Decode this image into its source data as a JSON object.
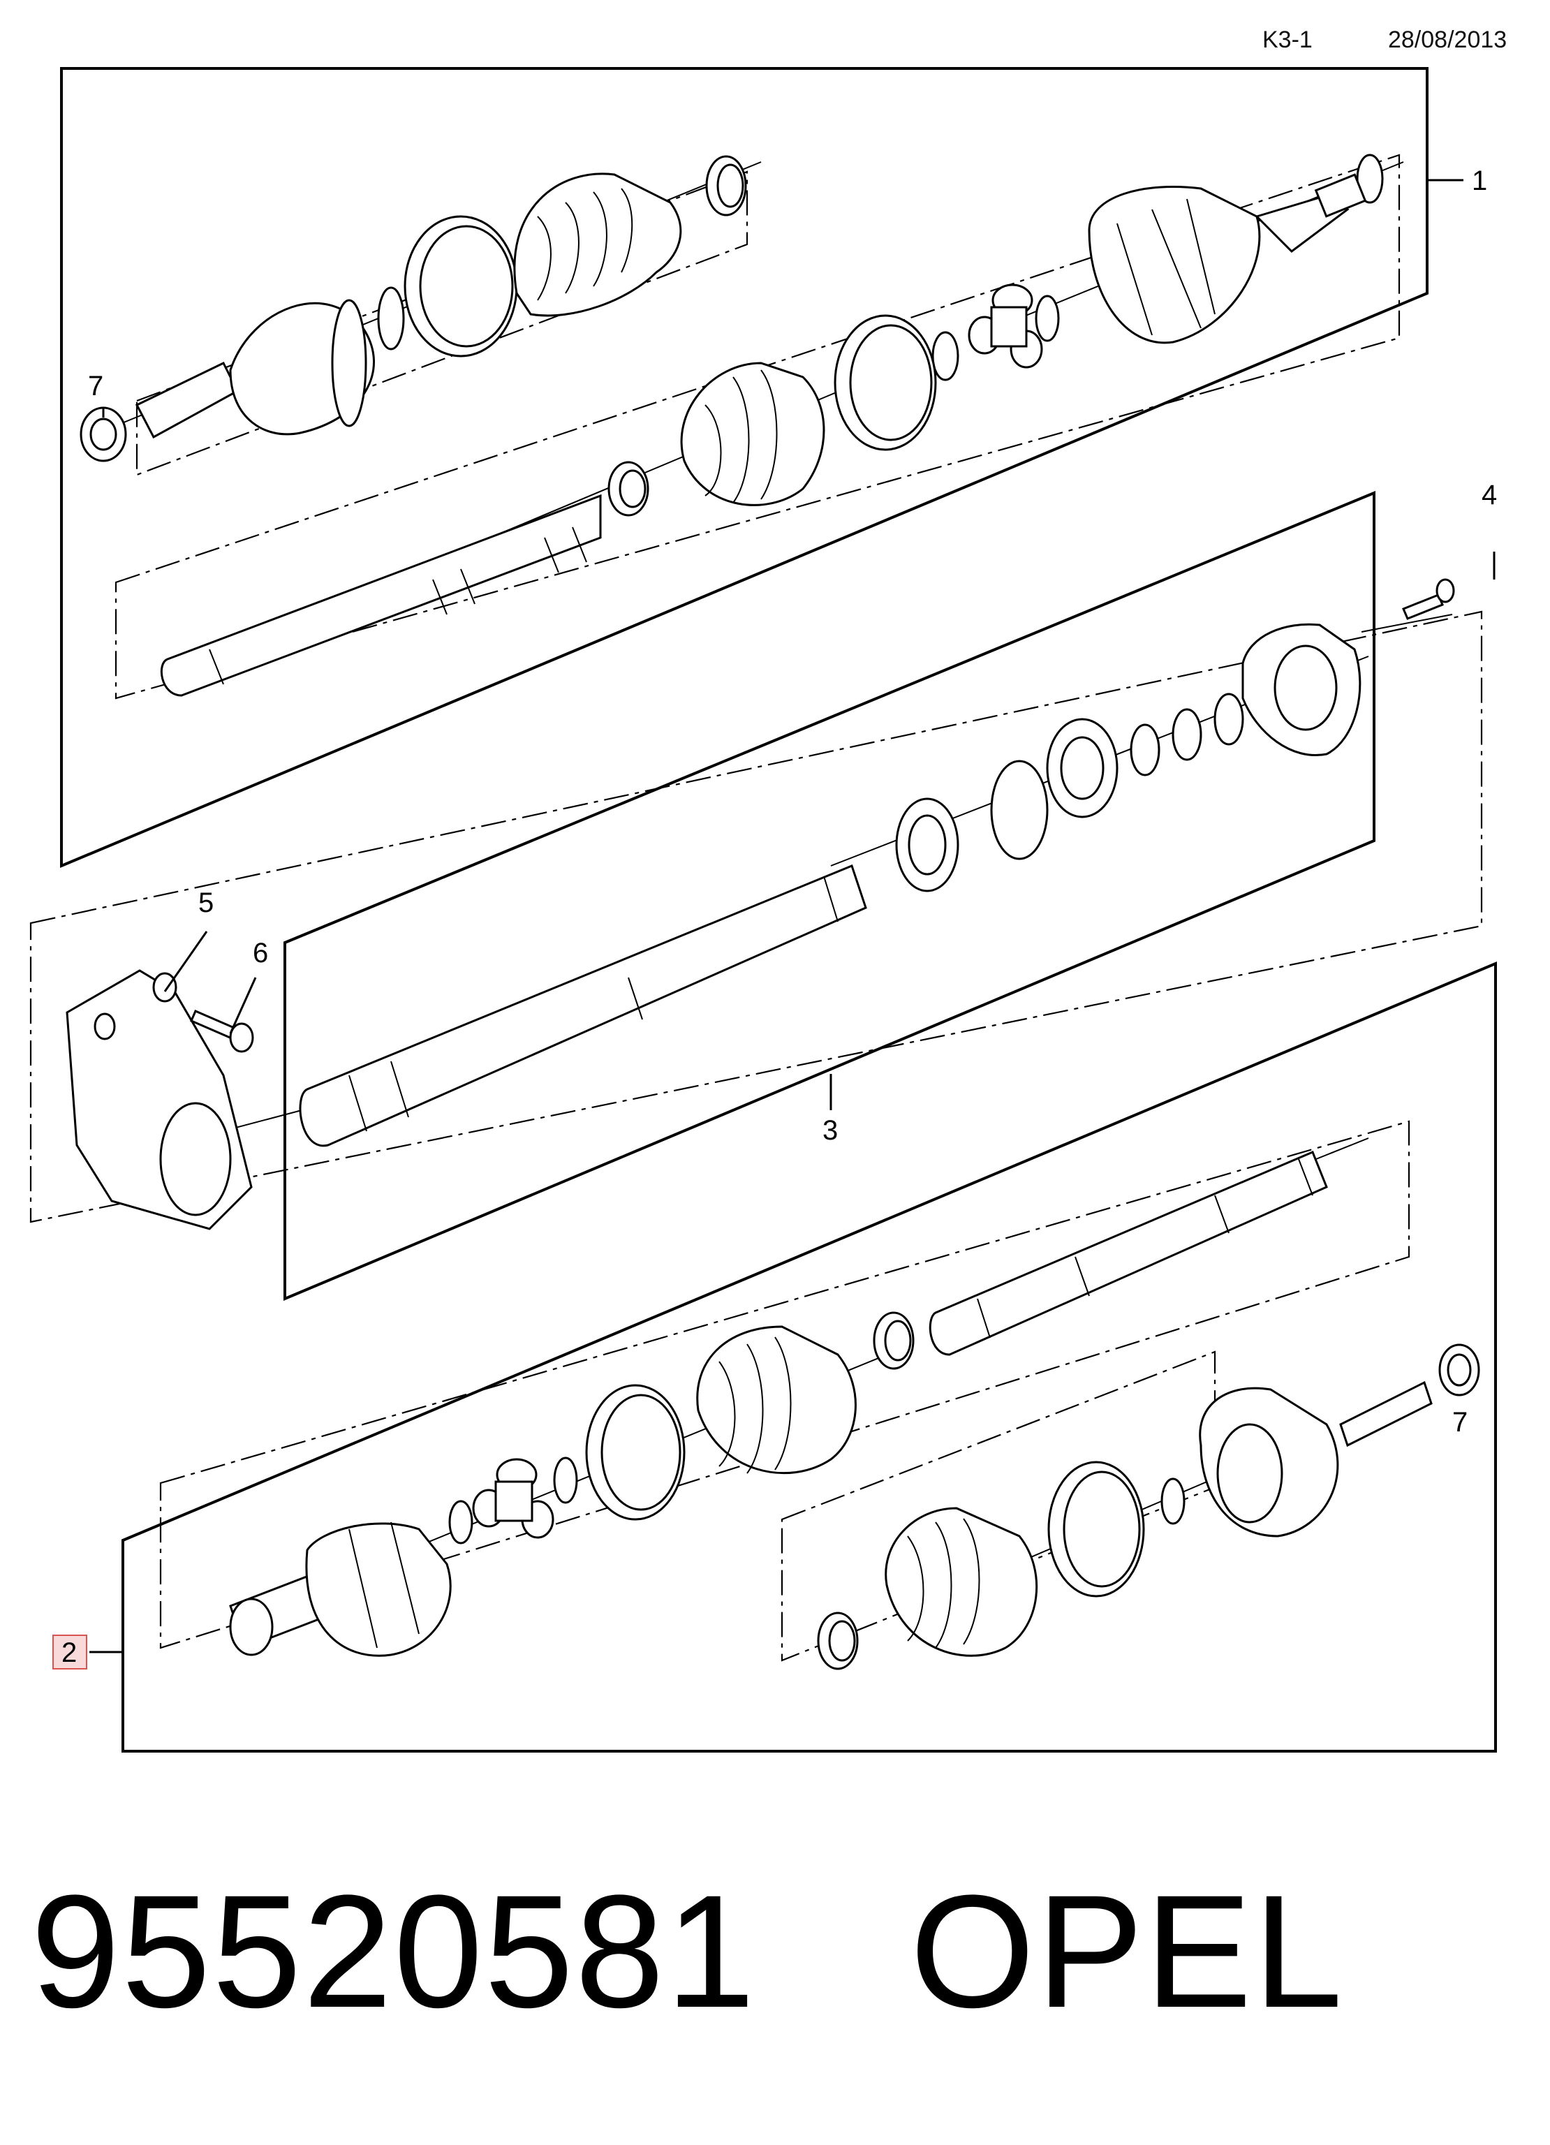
{
  "header": {
    "ref": "K3-1",
    "date": "28/08/2013"
  },
  "callouts": {
    "c1": "1",
    "c2": "2",
    "c3": "3",
    "c4": "4",
    "c5": "5",
    "c6": "6",
    "c7a": "7",
    "c7b": "7"
  },
  "highlighted_callout": "2",
  "footer": {
    "part_number": "95520581",
    "brand": "OPEL"
  },
  "colors": {
    "highlight_fill": "#f9dada",
    "highlight_stroke": "#d9534f",
    "line": "#000000"
  }
}
